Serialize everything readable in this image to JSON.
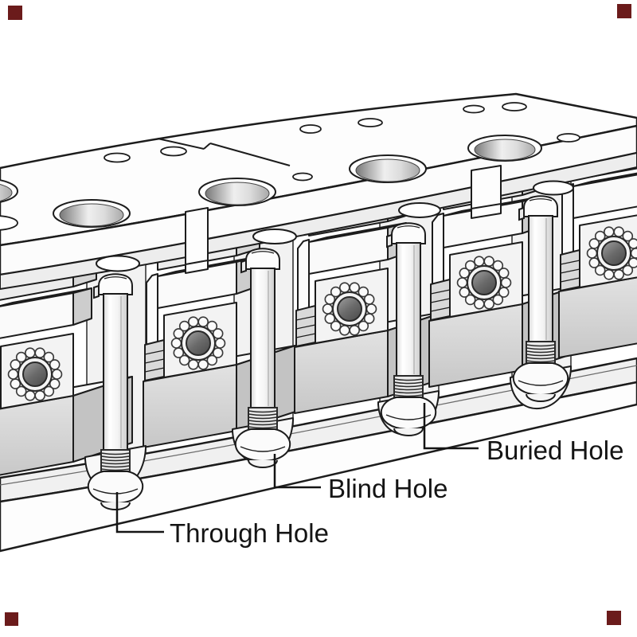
{
  "figure": {
    "labels": {
      "through": "Through Hole",
      "blind": "Blind Hole",
      "buried": "Buried Hole"
    },
    "colors": {
      "ink": "#1c1c1c",
      "paper": "#ffffff",
      "plate_fill": "#fdfdfd",
      "shade_light": "#ececec",
      "shade_mid": "#cfcfcf",
      "shade_dark": "#c3c3c3",
      "hole_bore_dark": "#787878",
      "section_core_dark": "#4f4f4f",
      "corner_mark": "#6b1b1b"
    }
  }
}
